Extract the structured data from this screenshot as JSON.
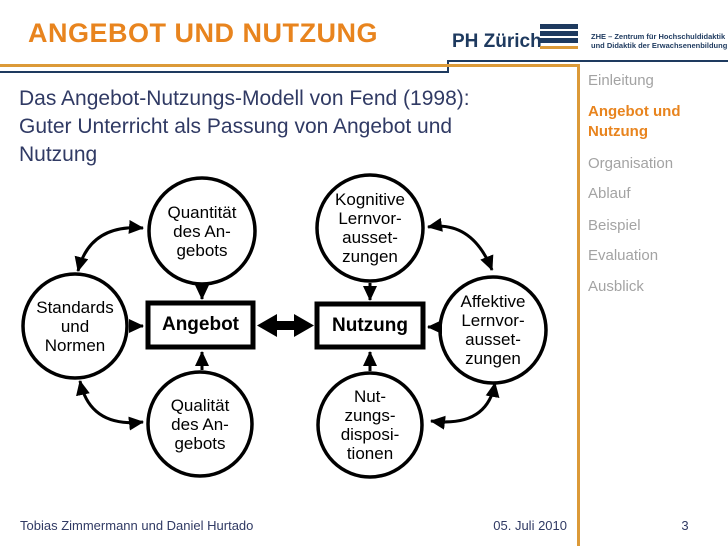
{
  "header": {
    "title": "ANGEBOT UND NUTZUNG",
    "logo": {
      "name": "PH Zürich",
      "unit_line1": "ZHE – Zentrum für Hochschuldidaktik",
      "unit_line2": "und Didaktik der Erwachsenenbildung"
    }
  },
  "main": {
    "intro": "Das Angebot-Nutzungs-Modell von Fend (1998):\nGuter Unterricht als Passung von Angebot und\nNutzung"
  },
  "sidebar": {
    "items": [
      {
        "label": "Einleitung",
        "active": false
      },
      {
        "label": "Angebot und Nutzung",
        "active": true
      },
      {
        "label": "Organisation",
        "active": false
      },
      {
        "label": "Ablauf",
        "active": false
      },
      {
        "label": "Beispiel",
        "active": false
      },
      {
        "label": "Evaluation",
        "active": false
      },
      {
        "label": "Ausblick",
        "active": false
      }
    ]
  },
  "diagram": {
    "model_source": "Fend (1998)",
    "nodes": {
      "standards": "Standards\nund\nNormen",
      "quantitaet": "Quantität\ndes An-\ngebots",
      "kognitive": "Kognitive\nLernvor-\nausset-\nzungen",
      "affektive": "Affektive\nLernvor-\nausset-\nzungen",
      "qualitaet": "Qualität\ndes An-\ngebots",
      "dispositionen": "Nut-\nzungs-\ndisposi-\ntionen",
      "angebot": "Angebot",
      "nutzung": "Nutzung"
    }
  },
  "footer": {
    "authors": "Tobias Zimmermann und Daniel Hurtado",
    "date": "05. Juli 2010",
    "page": "3"
  },
  "colors": {
    "accent_orange": "#E8841E",
    "rule_orange": "#DC9A38",
    "navy": "#1E3A5F",
    "text_navy": "#303A64",
    "sidebar_gray": "#A3A3A3",
    "diagram_black": "#000000"
  }
}
